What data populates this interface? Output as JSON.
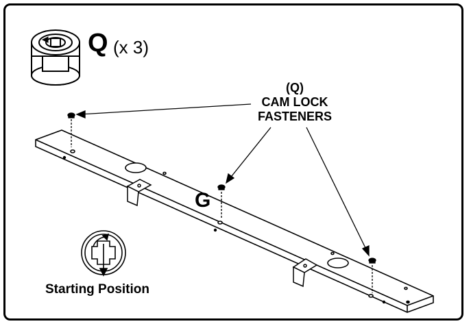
{
  "part_icon": {
    "letter": "Q",
    "quantity": "(x 3)",
    "icon": "cam-lock-icon"
  },
  "callout": {
    "lines": [
      "(Q)",
      "CAM LOCK",
      "FASTENERS"
    ]
  },
  "panel": {
    "label": "G"
  },
  "starting_position": {
    "label": "Starting Position",
    "icon": "cam-lock-rotation-icon"
  },
  "colors": {
    "line": "#000000",
    "background": "#ffffff"
  }
}
